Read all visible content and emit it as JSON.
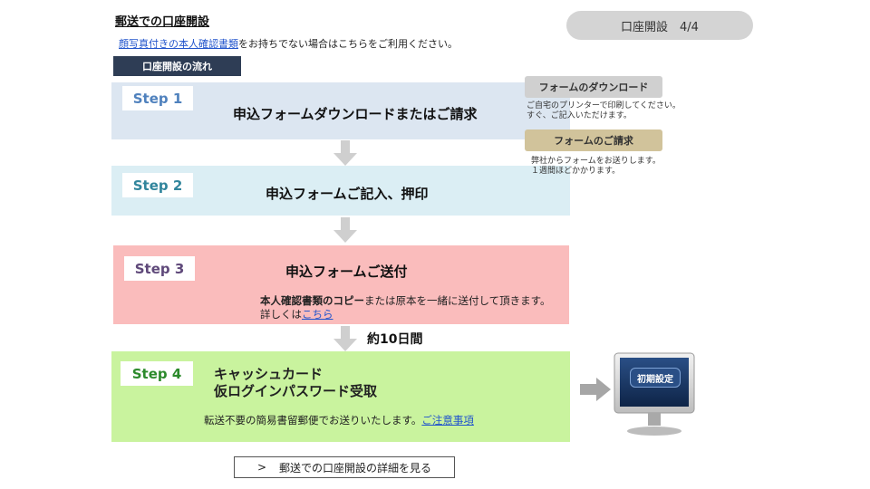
{
  "header": {
    "title": "郵送での口座開設",
    "page_indicator": "口座開設　4/4"
  },
  "intro": {
    "link_text": "顔写真付きの本人確認書類",
    "suffix": "をお持ちでない場合はこちらをご利用ください。"
  },
  "flow_label": "口座開設の流れ",
  "steps": [
    {
      "badge": "Step 1",
      "title": "申込フォームダウンロードまたはご請求"
    },
    {
      "badge": "Step 2",
      "title": "申込フォームご記入、押印"
    },
    {
      "badge": "Step 3",
      "title": "申込フォームご送付",
      "desc_bold": "本人確認書類のコピー",
      "desc_rest": "または原本を一緒に送付して頂きます。",
      "detail_prefix": "詳しくは",
      "detail_link": "こちら"
    },
    {
      "badge": "Step 4",
      "title_line1": "キャッシュカード",
      "title_line2": "仮ログインパスワード受取",
      "desc": "転送不要の簡易書留郵便でお送りいたします。",
      "desc_link": "ご注意事項"
    }
  ],
  "period_label": "約10日間",
  "side": {
    "download_button": "フォームのダウンロード",
    "download_note_1": "ご自宅のプリンターで印刷してください。",
    "download_note_2": "すぐ、ご記入いただけます。",
    "request_button": "フォームのご請求",
    "request_note_1": "弊社からフォームをお送りします。",
    "request_note_2": "１週間ほどかかります。"
  },
  "monitor_label": "初期設定",
  "detail_button": {
    "chevron": ">",
    "label": "郵送での口座開設の詳細を見る"
  },
  "colors": {
    "step1_bg": "#dce6f1",
    "step2_bg": "#dbeef4",
    "step3_bg": "#fabcbc",
    "step4_bg": "#c9f39e",
    "flow_label_bg": "#2e3d55",
    "link": "#2255cc"
  }
}
